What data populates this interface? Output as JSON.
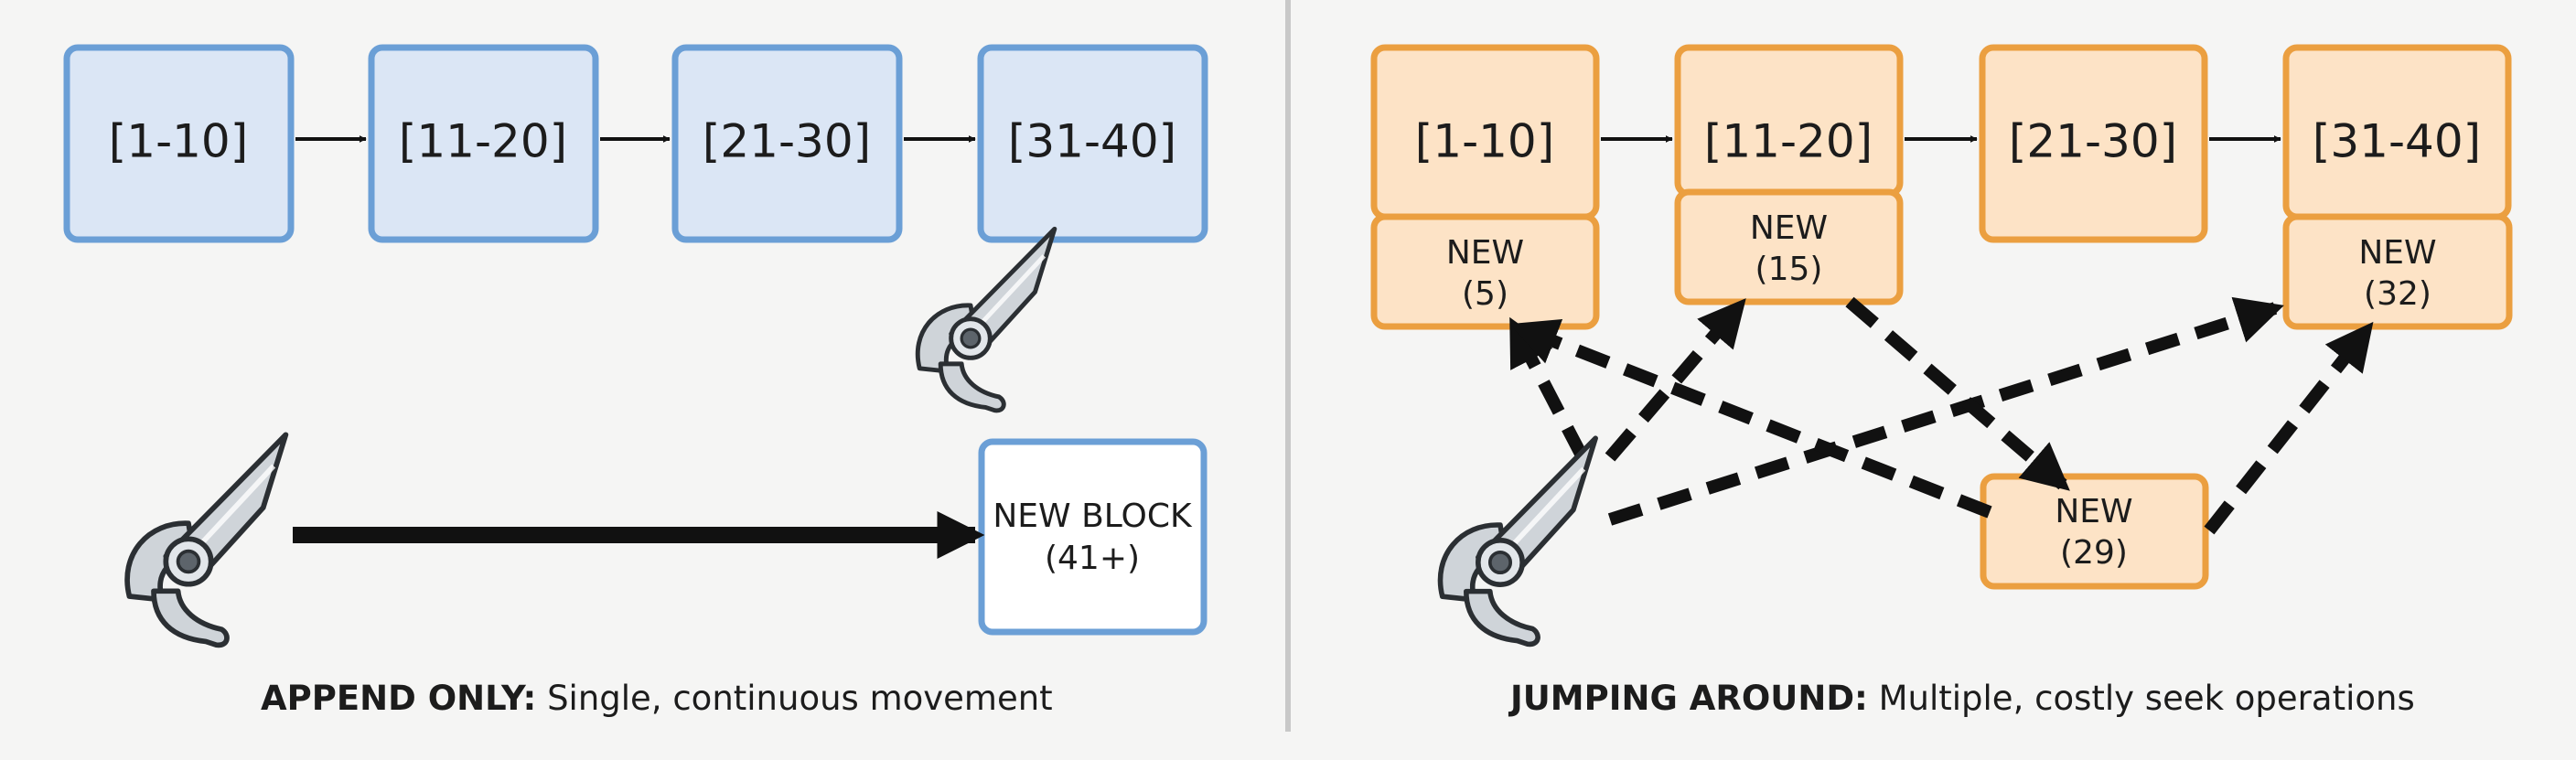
{
  "colors": {
    "background": "#f5f5f4",
    "blue_fill": "#dbe6f5",
    "blue_stroke": "#6b9fd6",
    "orange_fill": "#fde3c6",
    "orange_stroke": "#eb9f40",
    "arrow": "#111111",
    "divider": "#c8c8c8",
    "head_fill": "#cfd4d9",
    "head_stroke": "#2b2f33"
  },
  "left_panel": {
    "blocks": [
      "[1-10]",
      "[11-20]",
      "[21-30]",
      "[31-40]"
    ],
    "new_block": {
      "line1": "NEW BLOCK",
      "line2": "(41+)"
    },
    "caption": {
      "bold": "APPEND ONLY:",
      "text": " Single, continuous movement"
    }
  },
  "right_panel": {
    "blocks": [
      "[1-10]",
      "[11-20]",
      "[21-30]",
      "[31-40]"
    ],
    "inserts": [
      {
        "line1": "NEW",
        "line2": "(5)"
      },
      {
        "line1": "NEW",
        "line2": "(15)"
      },
      {
        "line1": "NEW",
        "line2": "(32)"
      },
      {
        "line1": "NEW",
        "line2": "(29)"
      }
    ],
    "caption": {
      "bold": "JUMPING AROUND:",
      "text": " Multiple, costly seek operations"
    }
  },
  "icons": [
    "disk-head-icon"
  ]
}
